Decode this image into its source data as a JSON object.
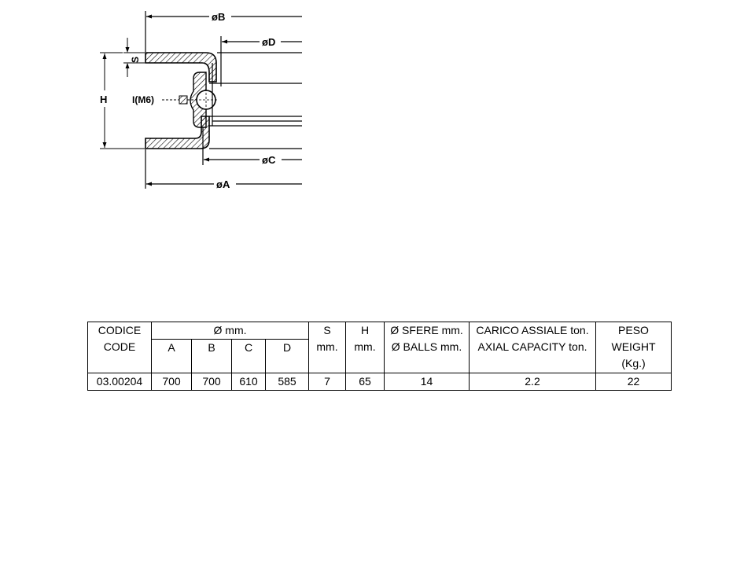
{
  "drawing": {
    "labels": {
      "dia_b": "øB",
      "dia_d": "øD",
      "dia_c": "øC",
      "dia_a": "øA",
      "height": "H",
      "thickness": "S",
      "grease_nipple": "I(M6)"
    }
  },
  "table": {
    "code_header": [
      "CODICE",
      "CODE"
    ],
    "diam_header": "Ø mm.",
    "diam_cols": [
      "A",
      "B",
      "C",
      "D"
    ],
    "s_header": [
      "S",
      "mm."
    ],
    "h_header": [
      "H",
      "mm."
    ],
    "balls_header": [
      "Ø SFERE mm.",
      "Ø BALLS mm."
    ],
    "load_header": [
      "CARICO ASSIALE ton.",
      "AXIAL CAPACITY ton."
    ],
    "weight_header": [
      "PESO",
      "WEIGHT",
      "(Kg.)"
    ],
    "row": {
      "code": "03.00204",
      "a": "700",
      "b": "700",
      "c": "610",
      "d": "585",
      "s": "7",
      "h": "65",
      "balls": "14",
      "load": "2.2",
      "weight": "22"
    }
  }
}
